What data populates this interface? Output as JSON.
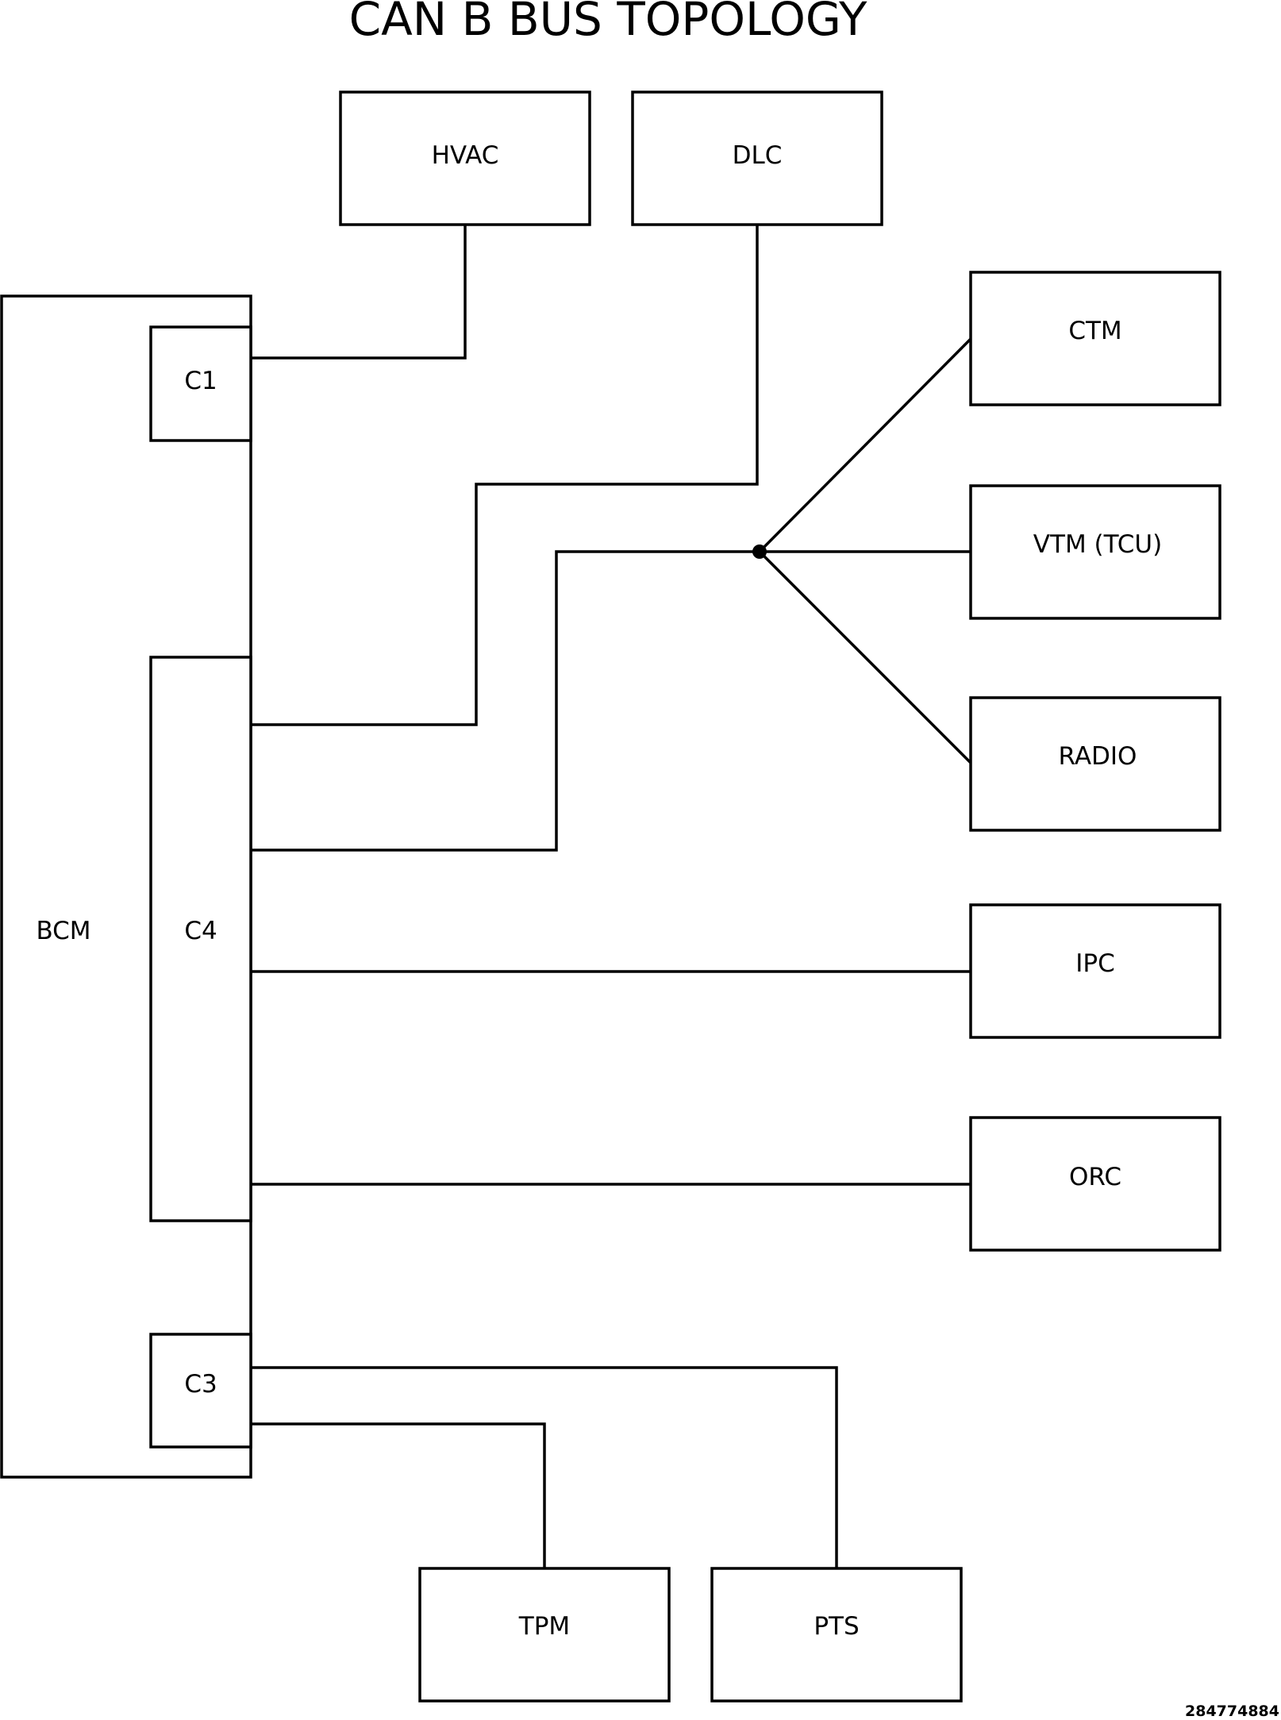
{
  "title": "CAN B BUS TOPOLOGY",
  "figure_number": "284774884",
  "modules": {
    "hvac": "HVAC",
    "dlc": "DLC",
    "bcm": "BCM",
    "c1": "C1",
    "c4": "C4",
    "c3": "C3",
    "ctm": "CTM",
    "vtm": "VTM (TCU)",
    "radio": "RADIO",
    "ipc": "IPC",
    "orc": "ORC",
    "tpm": "TPM",
    "pts": "PTS"
  },
  "colors": {
    "line": "#000000",
    "background": "#ffffff"
  }
}
